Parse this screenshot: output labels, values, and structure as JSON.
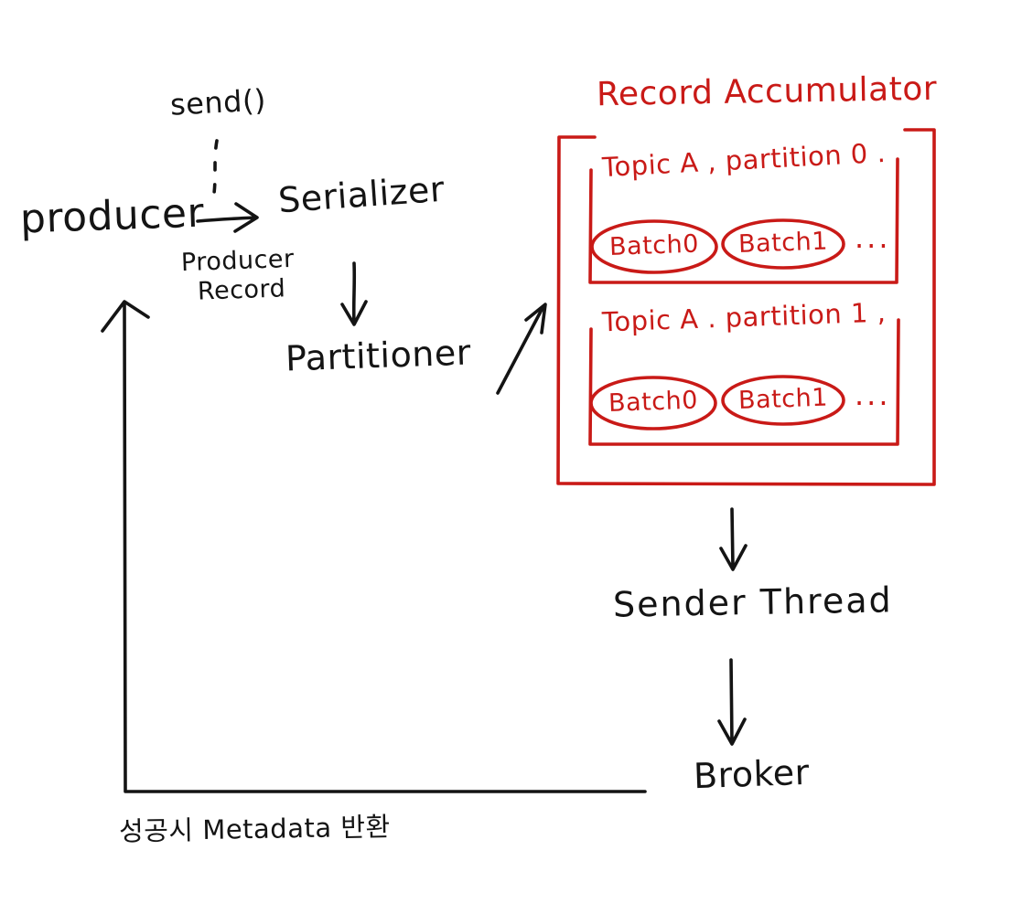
{
  "diagram": {
    "send_label": "send()",
    "producer_label": "producer",
    "producer_record_line1": "Producer",
    "producer_record_line2": "Record",
    "serializer_label": "Serializer",
    "partitioner_label": "Partitioner",
    "record_accumulator": {
      "title": "Record Accumulator",
      "partitions": [
        {
          "label": "Topic A , partition 0 .",
          "batches": [
            "Batch0",
            "Batch1"
          ],
          "ellipsis": "..."
        },
        {
          "label": "Topic A . partition 1 ,",
          "batches": [
            "Batch0",
            "Batch1"
          ],
          "ellipsis": "..."
        }
      ]
    },
    "sender_thread_label": "Sender Thread",
    "broker_label": "Broker",
    "feedback_label": "성공시 Metadata 반환"
  },
  "colors": {
    "ink": "#141414",
    "accent_red": "#c91a17"
  }
}
